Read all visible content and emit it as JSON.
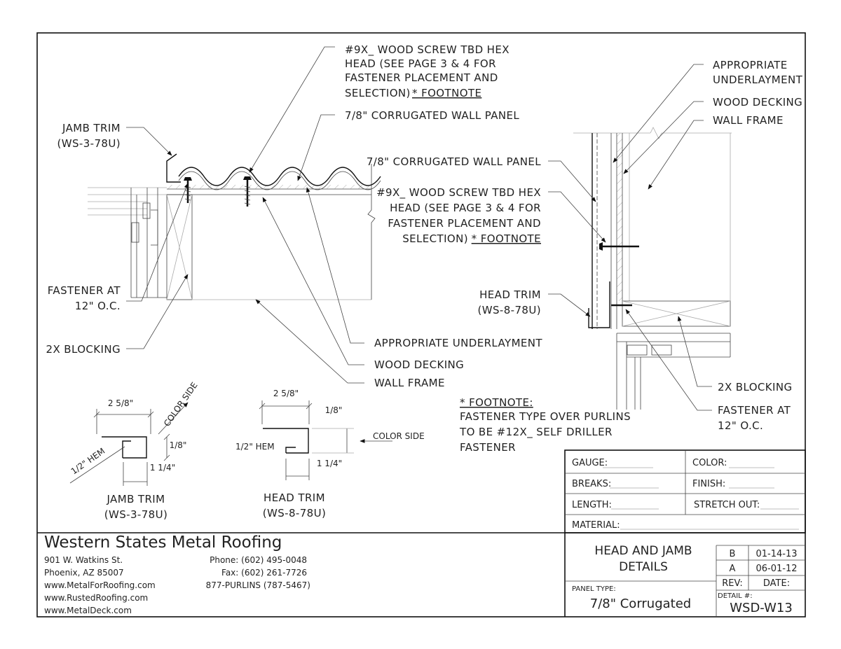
{
  "left_detail": {
    "screw_note": [
      "#9X_ WOOD SCREW TBD HEX",
      "HEAD (SEE PAGE 3 & 4 FOR",
      "FASTENER PLACEMENT AND",
      "SELECTION)"
    ],
    "footnote_ref": "* FOOTNOTE",
    "panel": "7/8\" CORRUGATED WALL PANEL",
    "jamb_trim": "JAMB TRIM",
    "jamb_trim_code": "(WS-3-78U)",
    "fastener_at": "FASTENER AT",
    "fastener_spacing": "12\" O.C.",
    "blocking": "2X BLOCKING",
    "underlayment": "APPROPRIATE UNDERLAYMENT",
    "decking": "WOOD DECKING",
    "frame": "WALL FRAME"
  },
  "right_detail": {
    "underlayment_1": "APPROPRIATE",
    "underlayment_2": "UNDERLAYMENT",
    "decking": "WOOD DECKING",
    "frame": "WALL FRAME",
    "panel": "7/8\" CORRUGATED WALL PANEL",
    "screw_note": [
      "#9X_ WOOD SCREW TBD HEX",
      "HEAD (SEE PAGE 3 & 4 FOR",
      "FASTENER PLACEMENT AND",
      "SELECTION)"
    ],
    "footnote_ref": "* FOOTNOTE",
    "head_trim": "HEAD TRIM",
    "head_trim_code": "(WS-8-78U)",
    "blocking": "2X BLOCKING",
    "fastener_at": "FASTENER AT",
    "fastener_spacing": "12\" O.C."
  },
  "footnote": {
    "title": "* FOOTNOTE:",
    "lines": [
      "FASTENER TYPE OVER PURLINS",
      "TO BE #12X_ SELF DRILLER",
      "FASTENER"
    ]
  },
  "jamb_profile": {
    "width": "2 5/8\"",
    "depth": "1/8\"",
    "leg": "1 1/4\"",
    "hem": "1/2\" HEM",
    "color_side": "COLOR SIDE",
    "name": "JAMB TRIM",
    "code": "(WS-3-78U)"
  },
  "head_profile": {
    "width": "2 5/8\"",
    "depth": "1/8\"",
    "leg": "1 1/4\"",
    "hem": "1/2\" HEM",
    "color_side": "COLOR SIDE",
    "name": "HEAD TRIM",
    "code": "(WS-8-78U)"
  },
  "spec_block": {
    "gauge": "GAUGE:",
    "color": "COLOR:",
    "breaks": "BREAKS:",
    "finish": "FINISH:",
    "length": "LENGTH:",
    "stretch_out": "STRETCH OUT:",
    "material": "MATERIAL:"
  },
  "company": {
    "name": "Western States Metal Roofing",
    "address_1": "901 W. Watkins St.",
    "address_2": "Phoenix, AZ 85007",
    "web_1": "www.MetalForRoofing.com",
    "web_2": "www.RustedRoofing.com",
    "web_3": "www.MetalDeck.com",
    "phone": "Phone: (602) 495-0048",
    "fax": "Fax: (602) 261-7726",
    "tollfree": "877-PURLINS (787-5467)"
  },
  "title_block": {
    "title_1": "HEAD AND JAMB",
    "title_2": "DETAILS",
    "panel_type_label": "PANEL TYPE:",
    "panel_type": "7/8\" Corrugated",
    "rev_label": "REV:",
    "date_label": "DATE:",
    "revisions": [
      {
        "rev": "B",
        "date": "01-14-13"
      },
      {
        "rev": "A",
        "date": "06-01-12"
      }
    ],
    "detail_label": "DETAIL #:",
    "detail_no": "WSD-W13"
  }
}
